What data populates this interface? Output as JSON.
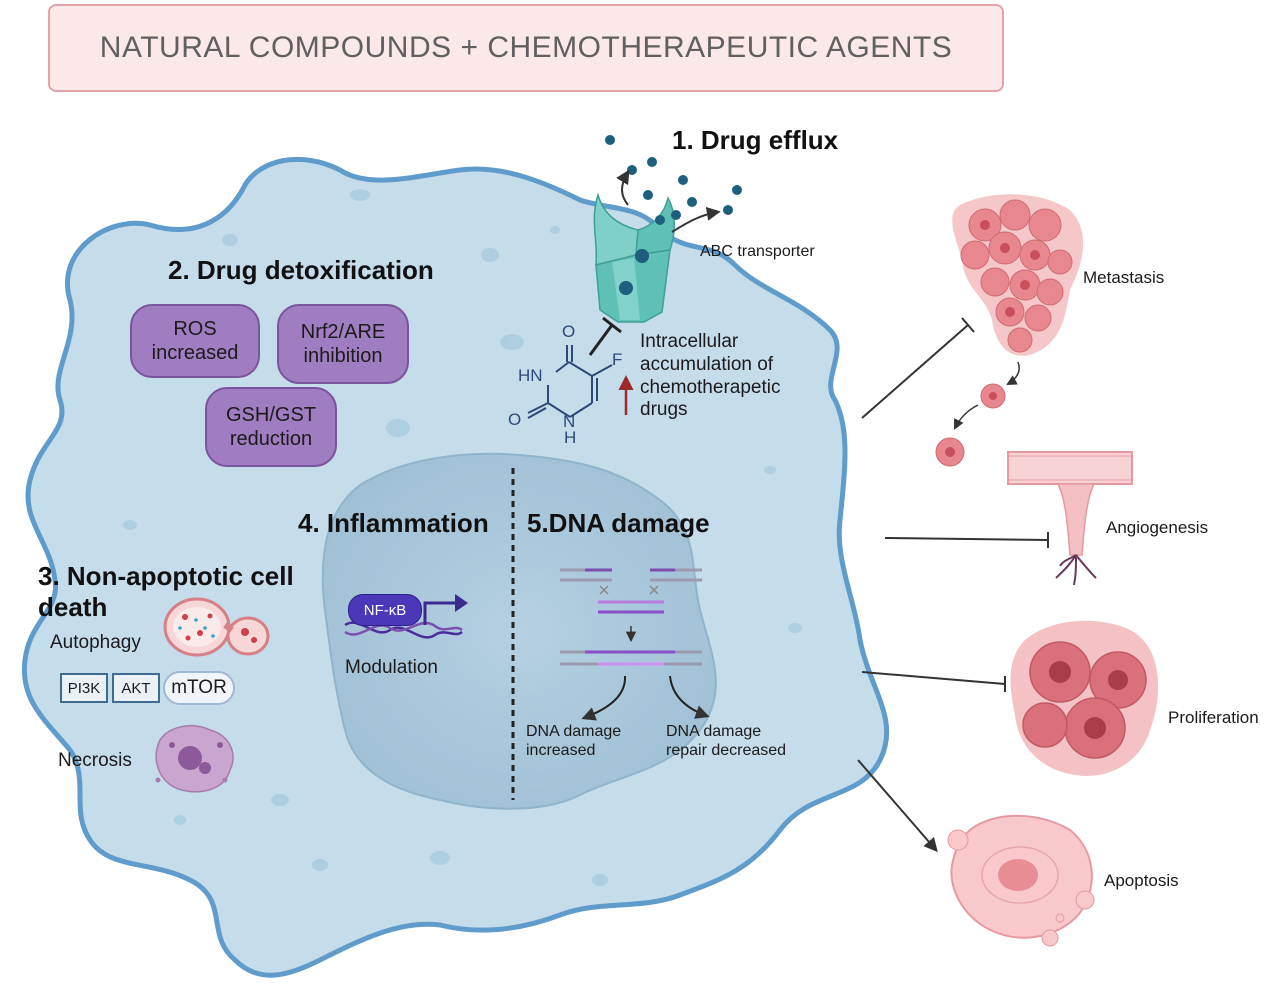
{
  "title": "NATURAL COMPOUNDS +  CHEMOTHERAPEUTIC AGENTS",
  "mechanisms": {
    "drug_efflux": "1. Drug efflux",
    "abc_transporter": "ABC transporter",
    "intracellular": [
      "Intracellular",
      "accumulation of",
      "chemotherapetic",
      "drugs"
    ],
    "drug_detox": "2. Drug detoxification",
    "detox_pills": [
      [
        "ROS",
        "increased"
      ],
      [
        "Nrf2/ARE",
        "inhibition"
      ],
      [
        "GSH/GST",
        "reduction"
      ]
    ],
    "non_apoptotic": [
      "3. Non-apoptotic cell",
      "death"
    ],
    "autophagy": "Autophagy",
    "pathway": [
      "PI3K",
      "AKT",
      "mTOR"
    ],
    "necrosis": "Necrosis",
    "inflammation": "4. Inflammation",
    "nfkb": "NF-κB",
    "modulation": "Modulation",
    "dna_damage": "5.DNA damage",
    "dna_increased": [
      "DNA damage",
      "increased"
    ],
    "dna_repair": [
      "DNA damage",
      "repair decreased"
    ]
  },
  "molecule": {
    "atoms": [
      "O",
      "HN",
      "F",
      "O",
      "N",
      "H"
    ]
  },
  "outcomes": {
    "metastasis": "Metastasis",
    "angiogenesis": "Angiogenesis",
    "proliferation": "Proliferation",
    "apoptosis": "Apoptosis"
  },
  "colors": {
    "cell_fill": "#c5dcea",
    "cell_stroke": "#5f9ccb",
    "nucleus_fill": "#a8c6da",
    "pill_fill": "#a07cc1",
    "transporter": "#5fc0b8",
    "accent_red": "#9b2a2a",
    "cancer_pink": "#e89a9e"
  }
}
